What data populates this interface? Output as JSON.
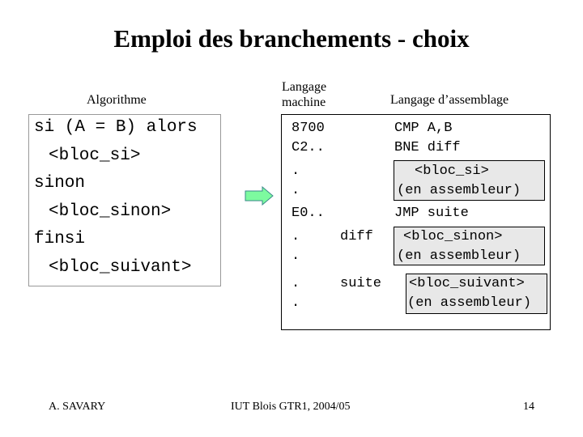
{
  "title": "Emploi des branchements - choix",
  "headers": {
    "algorithm": "Algorithme",
    "machine": "Langage machine",
    "assembly": "Langage d’assemblage"
  },
  "algorithm": {
    "line1": "si (A = B) alors",
    "line2": "<bloc_si>",
    "line3": "sinon",
    "line4": "<bloc_sinon>",
    "line5": "finsi",
    "line6": "<bloc_suivant>"
  },
  "machine_code": {
    "m1": "8700",
    "m2": "C2..",
    "m3": ".",
    "m4": ".",
    "m5": "E0..",
    "m6": ".",
    "m7": ".",
    "m8": ".",
    "m9": "."
  },
  "labels": {
    "diff": "diff",
    "suite": "suite"
  },
  "assembly": {
    "a1": "CMP A,B",
    "a2": "BNE diff",
    "bloc_si": "<bloc_si>",
    "bloc_si_note": "(en assembleur)",
    "jmp": "JMP suite",
    "bloc_sinon": "<bloc_sinon>",
    "bloc_sinon_note": "(en assembleur)",
    "bloc_suivant": "<bloc_suivant>",
    "bloc_suivant_note": "(en assembleur)"
  },
  "footer": {
    "author": "A. SAVARY",
    "course": "IUT Blois GTR1, 2004/05",
    "page": "14"
  },
  "colors": {
    "arrow_fill": "#7dfa9f",
    "arrow_stroke": "#3b8a8a",
    "box_fill": "#e8e8e8"
  }
}
